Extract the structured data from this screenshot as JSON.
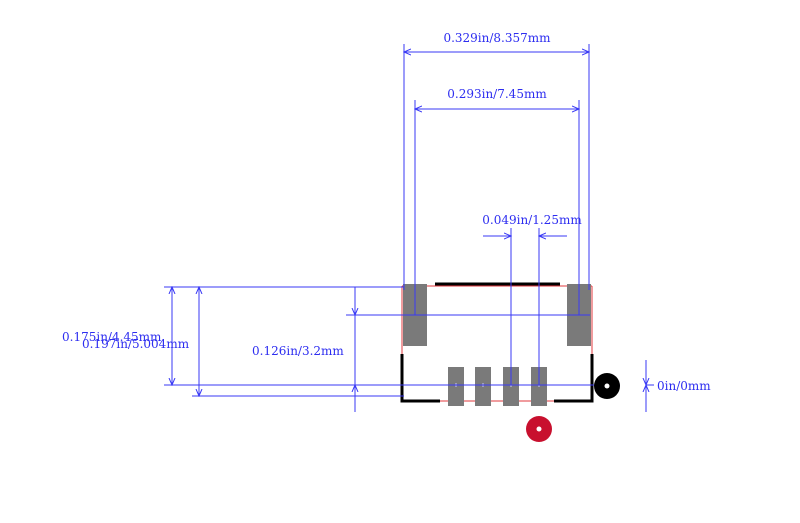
{
  "colors": {
    "dimension": "#3a3af5",
    "pad": "#7a7a7a",
    "outline": "#000000",
    "courtyard": "#e0393e",
    "marker_red": "#c8102e",
    "marker_black": "#000000"
  },
  "dimensions": {
    "outer_width": "0.329in/8.357mm",
    "inner_width": "0.293in/7.45mm",
    "pitch": "0.049in/1.25mm",
    "height_a": "0.175in/4.45mm",
    "height_b": "0.197in/5.004mm",
    "pad_offset": "0.126in/3.2mm",
    "origin": "0in/0mm"
  }
}
